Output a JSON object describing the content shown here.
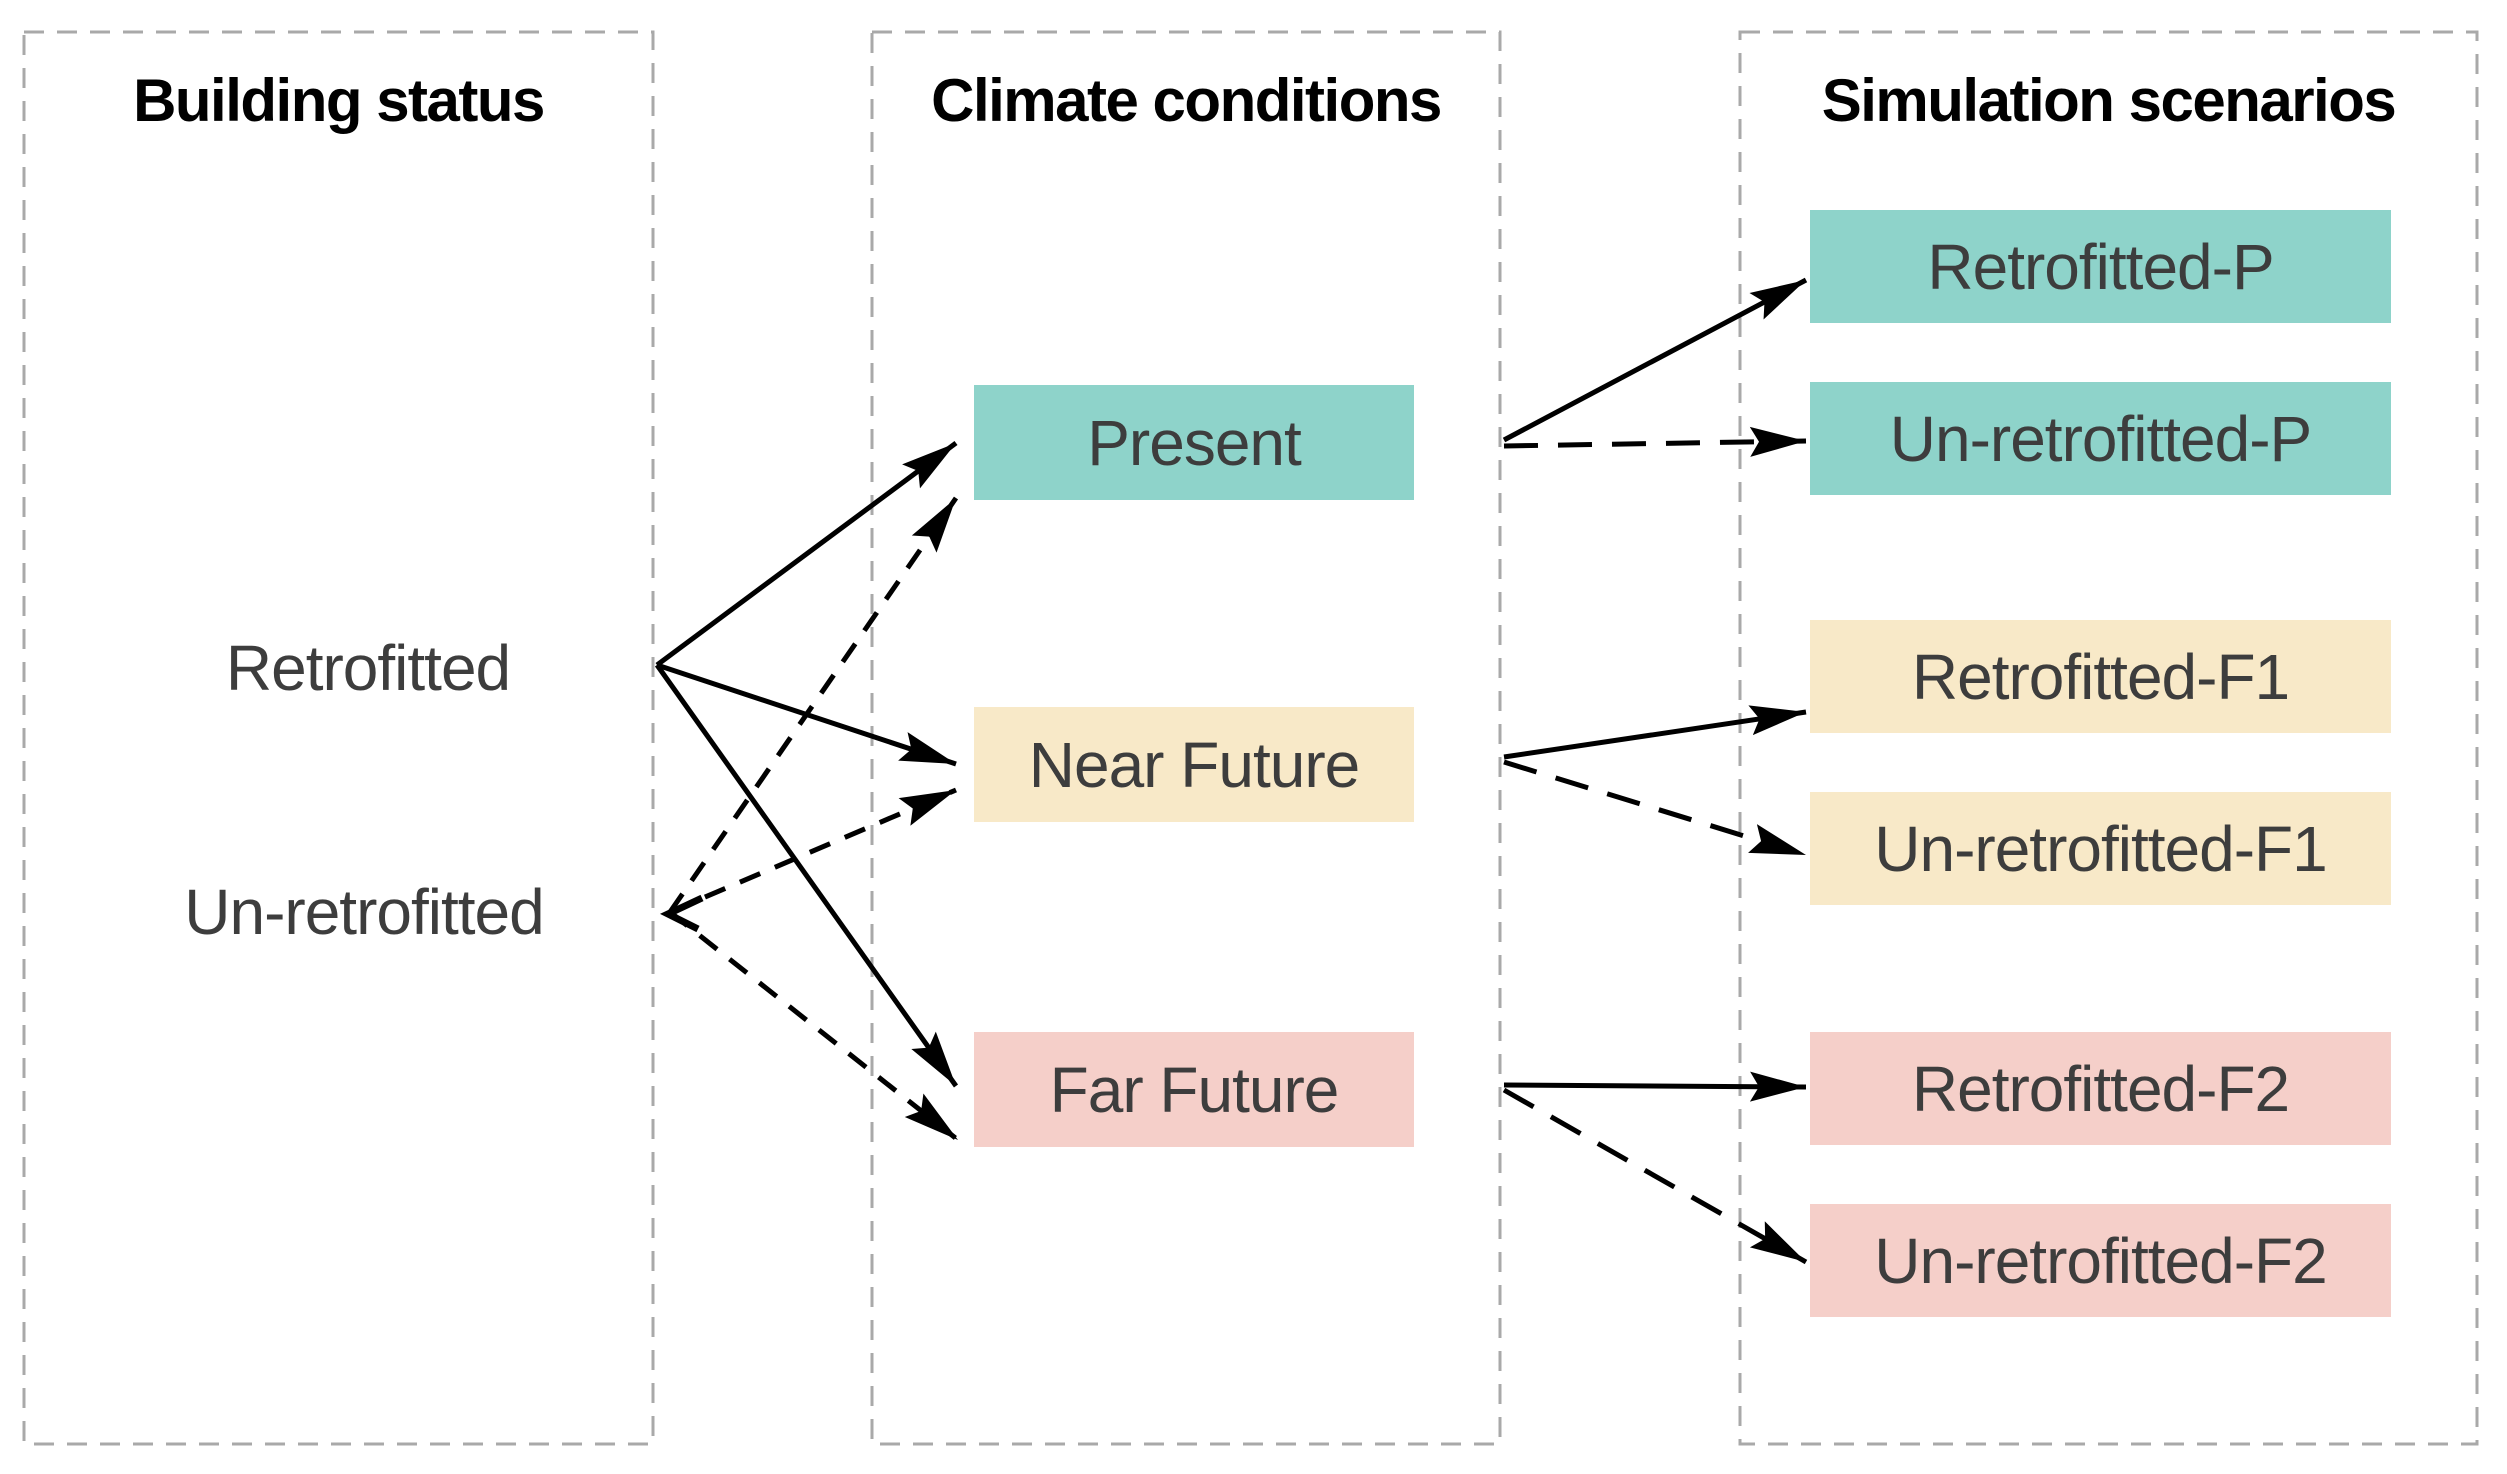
{
  "diagram": {
    "building": {
      "title": "Building status",
      "labels": [
        {
          "text": "Retrofitted"
        },
        {
          "text": "Un-retrofitted"
        }
      ]
    },
    "climate": {
      "title": "Climate conditions",
      "boxes": [
        {
          "text": "Present",
          "color": "teal"
        },
        {
          "text": "Near Future",
          "color": "cream"
        },
        {
          "text": "Far Future",
          "color": "pink"
        }
      ]
    },
    "scenarios": {
      "title": "Simulation scenarios",
      "boxes": [
        {
          "text": "Retrofitted-P",
          "color": "teal"
        },
        {
          "text": "Un-retrofitted-P",
          "color": "teal"
        },
        {
          "text": "Retrofitted-F1",
          "color": "cream"
        },
        {
          "text": "Un-retrofitted-F1",
          "color": "cream"
        },
        {
          "text": "Retrofitted-F2",
          "color": "pink"
        },
        {
          "text": "Un-retrofitted-F2",
          "color": "pink"
        }
      ]
    },
    "connections": [
      {
        "from": "Retrofitted",
        "to": "Present",
        "style": "solid"
      },
      {
        "from": "Retrofitted",
        "to": "Near Future",
        "style": "solid"
      },
      {
        "from": "Retrofitted",
        "to": "Far Future",
        "style": "solid"
      },
      {
        "from": "Un-retrofitted",
        "to": "Present",
        "style": "dashed"
      },
      {
        "from": "Un-retrofitted",
        "to": "Near Future",
        "style": "dashed"
      },
      {
        "from": "Un-retrofitted",
        "to": "Far Future",
        "style": "dashed"
      },
      {
        "from": "Present",
        "to": "Retrofitted-P",
        "style": "solid"
      },
      {
        "from": "Present",
        "to": "Un-retrofitted-P",
        "style": "dashed"
      },
      {
        "from": "Near Future",
        "to": "Retrofitted-F1",
        "style": "solid"
      },
      {
        "from": "Near Future",
        "to": "Un-retrofitted-F1",
        "style": "dashed"
      },
      {
        "from": "Far Future",
        "to": "Retrofitted-F2",
        "style": "solid"
      },
      {
        "from": "Far Future",
        "to": "Un-retrofitted-F2",
        "style": "dashed"
      }
    ],
    "colors": {
      "teal": "#8ed3ca",
      "cream": "#f8e9c8",
      "pink": "#f5cfc9",
      "arrow": "#000000",
      "border": "#a9a9a9",
      "box-text": "#3d3d3d",
      "header-text": "#000000",
      "background": "#ffffff"
    }
  }
}
